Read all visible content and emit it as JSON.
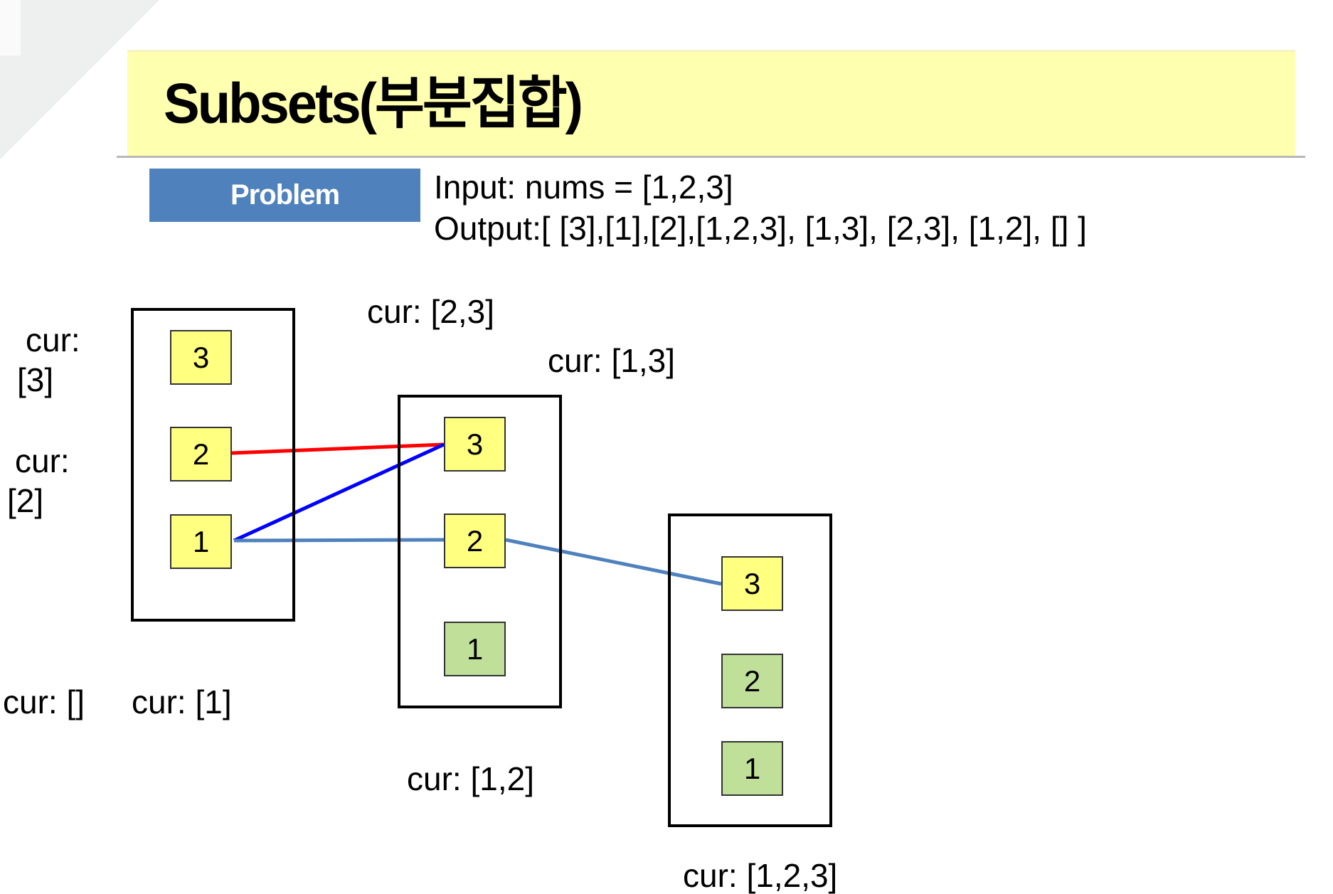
{
  "title": "Subsets(부분집합)",
  "problem_label": "Problem",
  "input_text": "Input: nums = [1,2,3]",
  "output_text": "Output:[ [3],[1],[2],[1,2,3], [1,3], [2,3], [1,2], [] ]",
  "colors": {
    "title_band": "#ffffb0",
    "problem": "#4f81bd",
    "unvisited": "#ffff80",
    "used": "#c0df98",
    "line_red": "#ff0000",
    "line_blue": "#0000ff",
    "line_steel": "#4f81bd"
  },
  "boxes": [
    {
      "items": [
        {
          "value": "3",
          "state": "available"
        },
        {
          "value": "2",
          "state": "available"
        },
        {
          "value": "1",
          "state": "available"
        }
      ]
    },
    {
      "items": [
        {
          "value": "3",
          "state": "available"
        },
        {
          "value": "2",
          "state": "available"
        },
        {
          "value": "1",
          "state": "used"
        }
      ]
    },
    {
      "items": [
        {
          "value": "3",
          "state": "available"
        },
        {
          "value": "2",
          "state": "used"
        },
        {
          "value": "1",
          "state": "used"
        }
      ]
    }
  ],
  "labels": {
    "cur3_a": "cur:",
    "cur3_b": "[3]",
    "cur2_a": "cur:",
    "cur2_b": "[2]",
    "cur_empty": "cur: []",
    "cur1": "cur: [1]",
    "cur23": "cur: [2,3]",
    "cur13": "cur: [1,3]",
    "cur12": "cur: [1,2]",
    "cur123": "cur: [1,2,3]"
  }
}
